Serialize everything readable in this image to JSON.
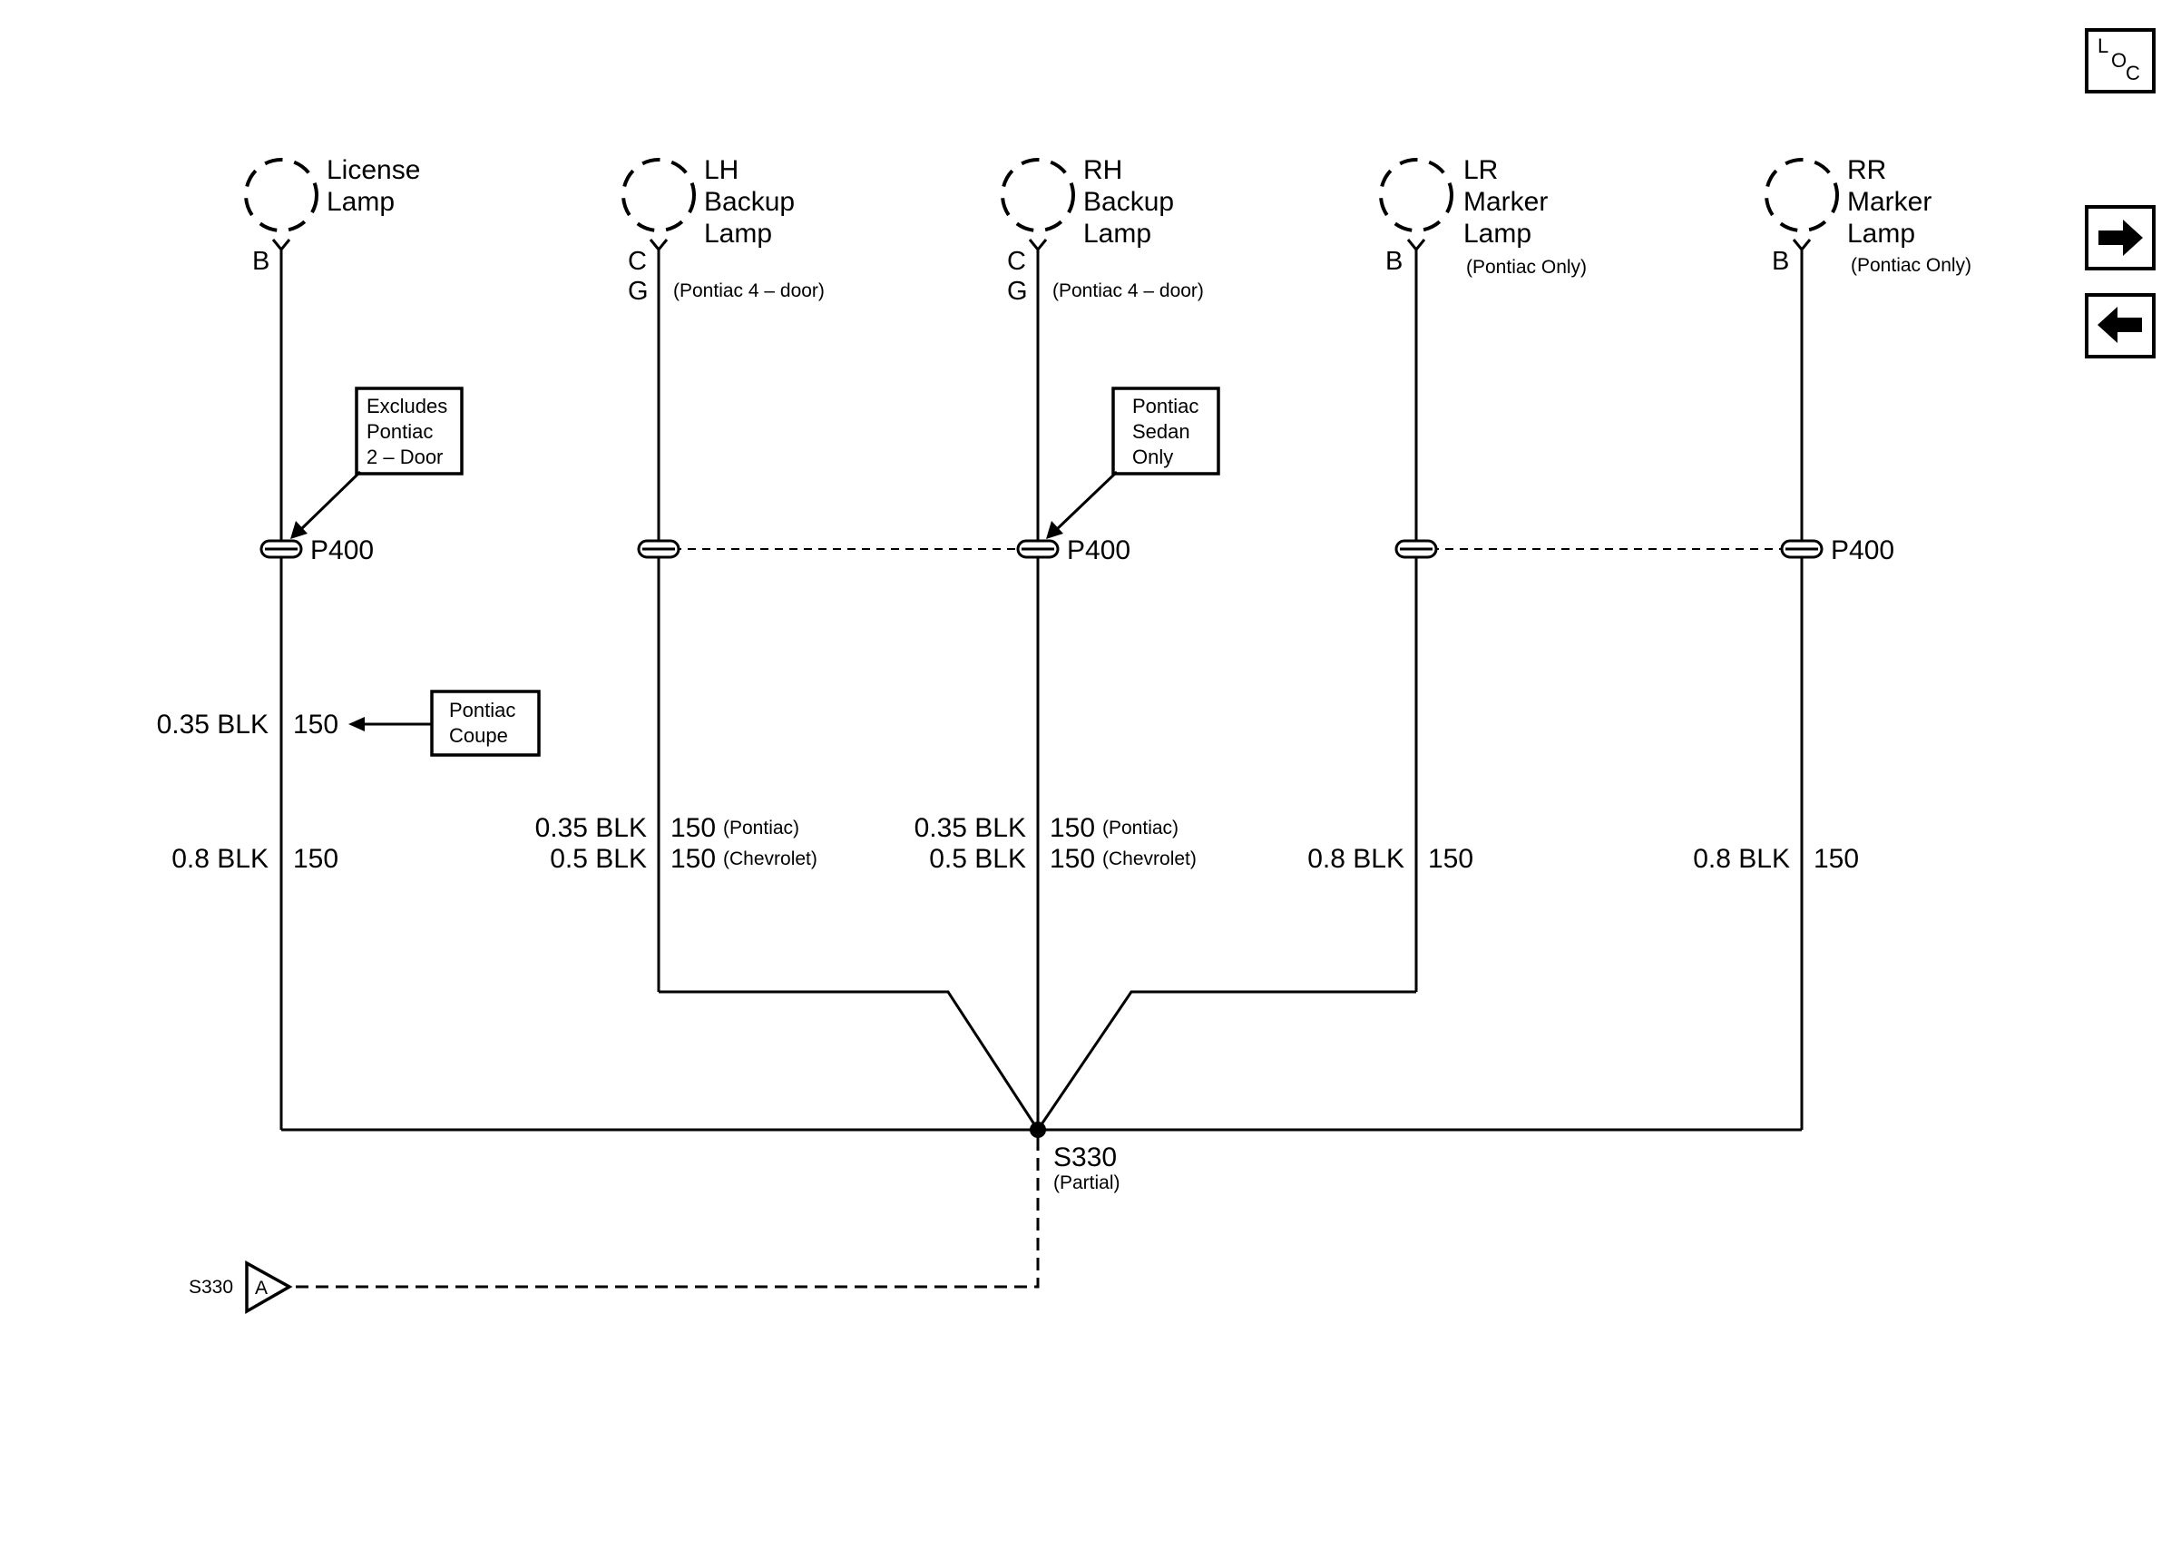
{
  "navigation": {
    "locator_label": "LOC",
    "locator_letters": [
      "L",
      "O",
      "C"
    ],
    "forward_icon": "right-arrow-icon",
    "back_icon": "left-arrow-icon"
  },
  "lamps": [
    {
      "id": "license",
      "name_lines": [
        "License",
        "Lamp"
      ],
      "pins": [
        "B"
      ],
      "note": ""
    },
    {
      "id": "lh-backup",
      "name_lines": [
        "LH",
        "Backup",
        "Lamp"
      ],
      "pins": [
        "C",
        "G"
      ],
      "note": "(Pontiac 4 – door)"
    },
    {
      "id": "rh-backup",
      "name_lines": [
        "RH",
        "Backup",
        "Lamp"
      ],
      "pins": [
        "C",
        "G"
      ],
      "note": "(Pontiac 4 – door)"
    },
    {
      "id": "lr-marker",
      "name_lines": [
        "LR",
        "Marker",
        "Lamp"
      ],
      "pins": [
        "B"
      ],
      "note": "(Pontiac Only)"
    },
    {
      "id": "rr-marker",
      "name_lines": [
        "RR",
        "Marker",
        "Lamp"
      ],
      "pins": [
        "B"
      ],
      "note": "(Pontiac Only)"
    }
  ],
  "connector": {
    "name": "P400"
  },
  "callouts": {
    "excludes": [
      "Excludes",
      "Pontiac",
      "2 – Door"
    ],
    "sedan": [
      "Pontiac",
      "Sedan",
      "Only"
    ],
    "coupe": [
      "Pontiac",
      "Coupe"
    ]
  },
  "wires": {
    "license": [
      {
        "gauge": "0.35 BLK",
        "circuit": "150",
        "note": ""
      },
      {
        "gauge": "0.8 BLK",
        "circuit": "150",
        "note": ""
      }
    ],
    "lh_backup": [
      {
        "gauge": "0.35 BLK",
        "circuit": "150",
        "note": "(Pontiac)"
      },
      {
        "gauge": "0.5 BLK",
        "circuit": "150",
        "note": "(Chevrolet)"
      }
    ],
    "rh_backup": [
      {
        "gauge": "0.35 BLK",
        "circuit": "150",
        "note": "(Pontiac)"
      },
      {
        "gauge": "0.5 BLK",
        "circuit": "150",
        "note": "(Chevrolet)"
      }
    ],
    "lr_marker": [
      {
        "gauge": "0.8 BLK",
        "circuit": "150",
        "note": ""
      }
    ],
    "rr_marker": [
      {
        "gauge": "0.8 BLK",
        "circuit": "150",
        "note": ""
      }
    ]
  },
  "splice": {
    "name": "S330",
    "note": "(Partial)"
  },
  "offpage": {
    "label": "S330",
    "letter": "A"
  }
}
